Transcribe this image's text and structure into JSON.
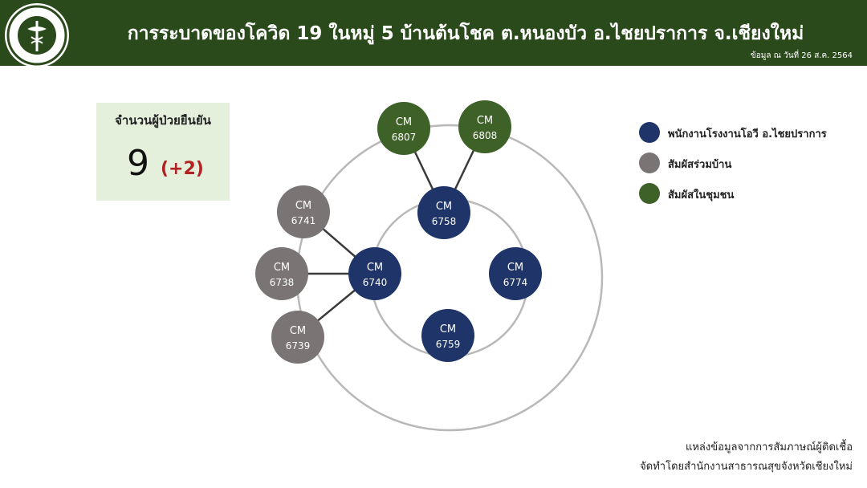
{
  "header": {
    "title": "การระบาดของโควิด 19 ในหมู่ 5 บ้านต้นโชค ต.หนองบัว อ.ไชยปราการ จ.เชียงใหม่",
    "date_note": "ข้อมูล ณ วันที่ 26 ส.ค. 2564",
    "logo": "ministry-of-public-health-seal"
  },
  "stat": {
    "label": "จำนวนผู้ป่วยยืนยัน",
    "value": "9",
    "change": "(+2)"
  },
  "colors": {
    "factory_worker": "#1f3468",
    "household_contact": "#7a7474",
    "community_contact": "#3d6127",
    "header_bg": "#2b4a1c"
  },
  "nodes": [
    {
      "id": "n6807",
      "line1": "CM",
      "line2": "6807",
      "group": "community_contact"
    },
    {
      "id": "n6808",
      "line1": "CM",
      "line2": "6808",
      "group": "community_contact"
    },
    {
      "id": "n6758",
      "line1": "CM",
      "line2": "6758",
      "group": "factory_worker"
    },
    {
      "id": "n6741",
      "line1": "CM",
      "line2": "6741",
      "group": "household_contact"
    },
    {
      "id": "n6738",
      "line1": "CM",
      "line2": "6738",
      "group": "household_contact"
    },
    {
      "id": "n6739",
      "line1": "CM",
      "line2": "6739",
      "group": "household_contact"
    },
    {
      "id": "n6740",
      "line1": "CM",
      "line2": "6740",
      "group": "factory_worker"
    },
    {
      "id": "n6774",
      "line1": "CM",
      "line2": "6774",
      "group": "factory_worker"
    },
    {
      "id": "n6759",
      "line1": "CM",
      "line2": "6759",
      "group": "factory_worker"
    }
  ],
  "edges": [
    [
      "n6807",
      "n6758"
    ],
    [
      "n6808",
      "n6758"
    ],
    [
      "n6741",
      "n6740"
    ],
    [
      "n6738",
      "n6740"
    ],
    [
      "n6739",
      "n6740"
    ]
  ],
  "legend": [
    {
      "label": "พนักงานโรงงานโอวี อ.ไชยปราการ",
      "group": "factory_worker"
    },
    {
      "label": "สัมผัสร่วมบ้าน",
      "group": "household_contact"
    },
    {
      "label": "สัมผัสในชุมชน",
      "group": "community_contact"
    }
  ],
  "footer": {
    "line1": "แหล่งข้อมูลจากการสัมภาษณ์ผู้ติดเชื้อ",
    "line2": "จัดทำโดยสำนักงานสาธารณสุขจังหวัดเชียงใหม่"
  }
}
